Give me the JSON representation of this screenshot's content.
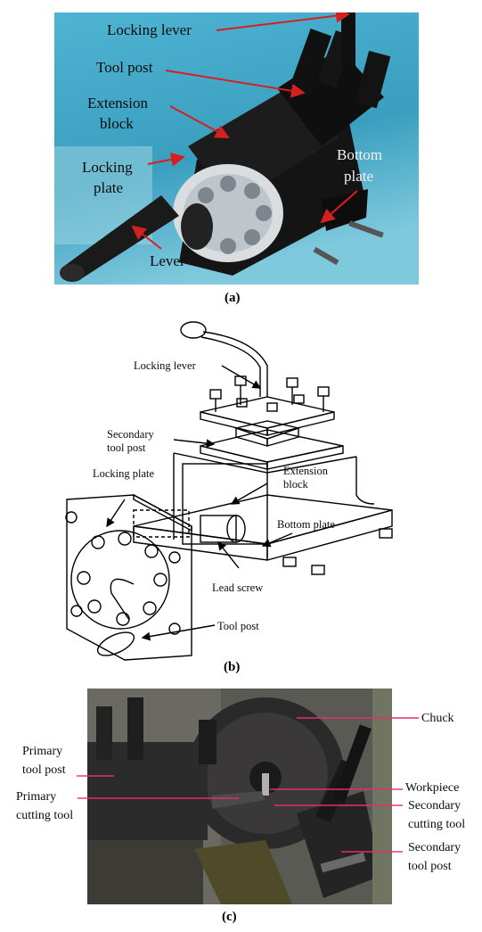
{
  "figure": {
    "panel_a": {
      "caption": "(a)",
      "labels": {
        "locking_lever": "Locking lever",
        "tool_post": "Tool post",
        "extension_block": [
          "Extension",
          "block"
        ],
        "locking_plate": [
          "Locking",
          "plate"
        ],
        "bottom_plate": [
          "Bottom",
          "plate"
        ],
        "lever": "Lever"
      }
    },
    "panel_b": {
      "caption": "(b)",
      "labels": {
        "locking_lever": "Locking lever",
        "secondary_tool_post": [
          "Secondary",
          "tool post"
        ],
        "extension_block": [
          "Extension",
          "block"
        ],
        "locking_plate": "Locking plate",
        "bottom_plate": "Bottom plate",
        "lead_screw": "Lead screw",
        "tool_post": "Tool post"
      }
    },
    "panel_c": {
      "caption": "(c)",
      "labels": {
        "chuck": "Chuck",
        "primary_tool_post": [
          "Primary",
          "tool post"
        ],
        "primary_cutting_tool": [
          "Primary",
          "cutting tool"
        ],
        "workpiece": "Workpiece",
        "secondary_cutting_tool": [
          "Secondary",
          "cutting tool"
        ],
        "secondary_tool_post": [
          "Secondary",
          "tool post"
        ]
      }
    },
    "colors": {
      "photo_a_background": "#3fa6c4",
      "arrow_red": "#d61f1f",
      "pointer_magenta": "#e0306a"
    }
  }
}
